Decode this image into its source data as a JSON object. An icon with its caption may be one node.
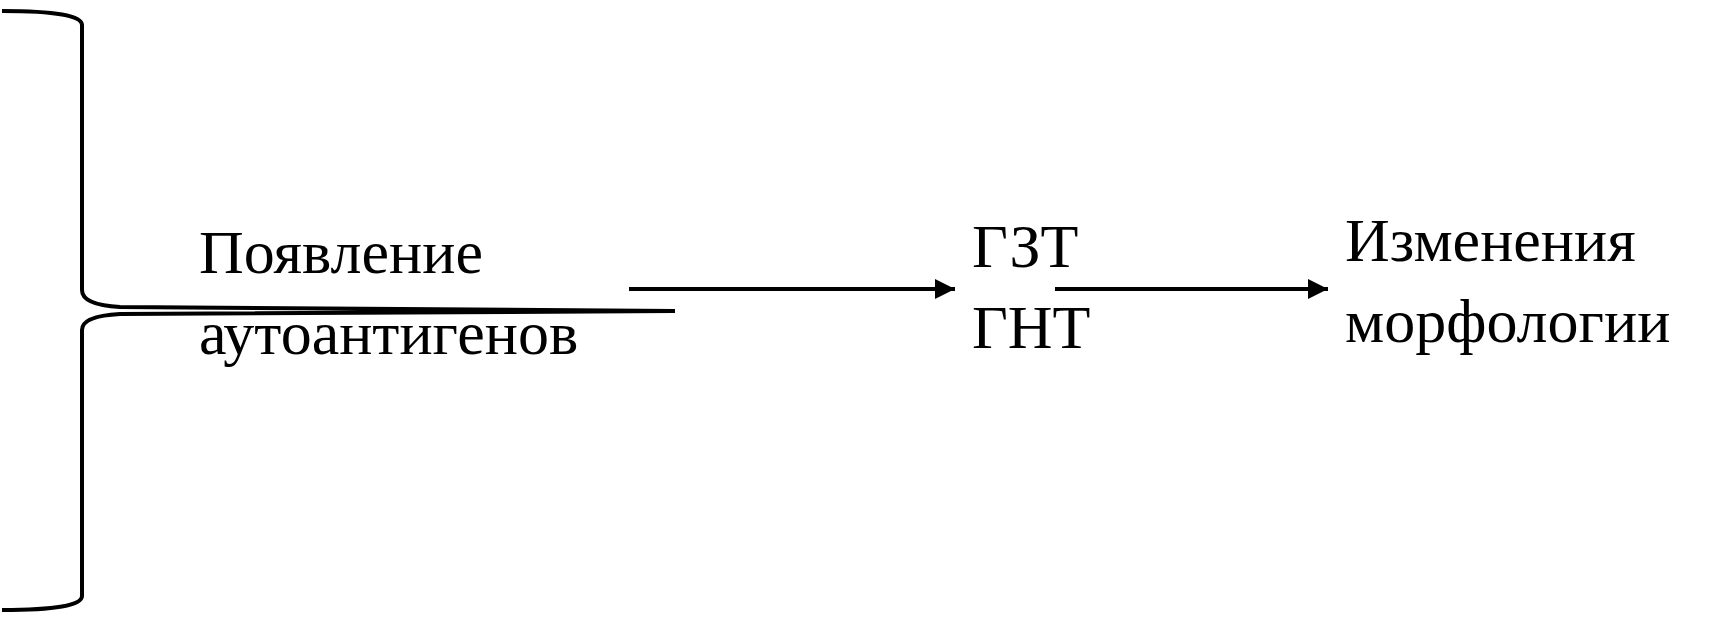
{
  "diagram": {
    "nodes": [
      {
        "text": [
          "Появление аутоантигенов"
        ]
      },
      {
        "text": [
          "ГЗТ",
          "ГНТ"
        ]
      },
      {
        "text": [
          "Изменения морфологии"
        ]
      }
    ],
    "edges": [
      {
        "from": 0,
        "to": 1,
        "arrow": "to"
      },
      {
        "from": 1,
        "to": 2,
        "arrow": "to"
      }
    ]
  }
}
